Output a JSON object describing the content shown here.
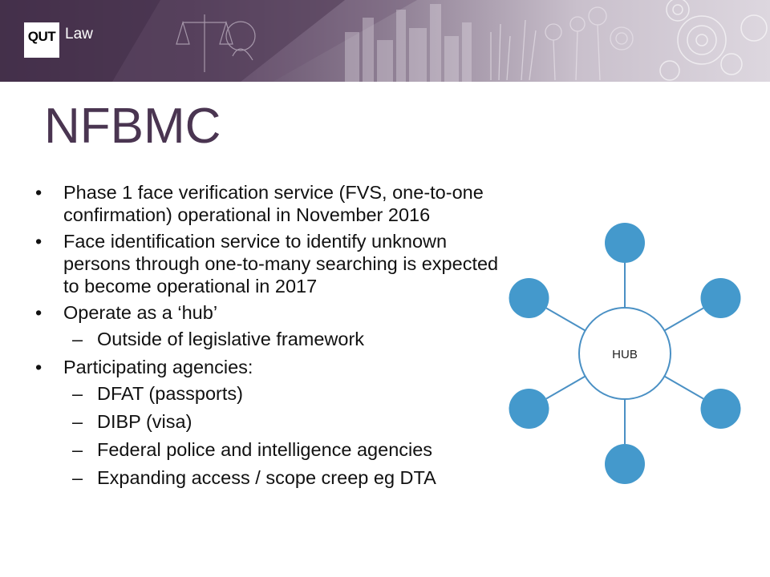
{
  "header": {
    "logo_mark": "QUT",
    "logo_label": "Law"
  },
  "slide": {
    "title": "NFBMC",
    "bullets": [
      {
        "level": 1,
        "text": "Phase 1 face verification service (FVS, one-to-one confirmation) operational in November 2016"
      },
      {
        "level": 1,
        "text": "Face identification service to identify unknown persons through one-to-many searching is expected to become operational in 2017"
      },
      {
        "level": 1,
        "text": "Operate as a ‘hub’"
      },
      {
        "level": 2,
        "text": "Outside of legislative framework"
      },
      {
        "level": 1,
        "text": "Participating agencies:"
      },
      {
        "level": 2,
        "text": "DFAT (passports)"
      },
      {
        "level": 2,
        "text": "DIBP (visa)"
      },
      {
        "level": 2,
        "text": "Federal police and intelligence agencies"
      },
      {
        "level": 2,
        "text": "Expanding access / scope creep eg DTA"
      }
    ]
  },
  "diagram": {
    "hub_label": "HUB",
    "spoke_count": 6,
    "colors": {
      "node_fill": "#4499cc",
      "link": "#4a90c4",
      "hub_border": "#4a90c4",
      "title": "#4a3551"
    }
  }
}
